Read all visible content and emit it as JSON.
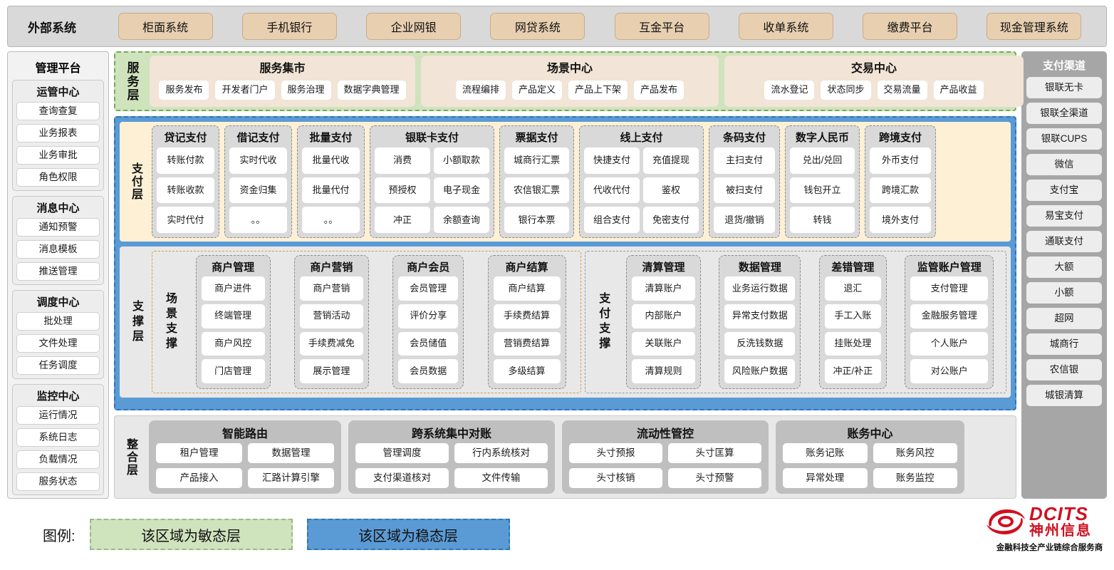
{
  "external": {
    "title": "外部系统",
    "items": [
      "柜面系统",
      "手机银行",
      "企业网银",
      "网贷系统",
      "互金平台",
      "收单系统",
      "缴费平台",
      "现金管理系统"
    ]
  },
  "admin": {
    "title": "管理平台",
    "groups": [
      {
        "title": "运管中心",
        "items": [
          "查询查复",
          "业务报表",
          "业务审批",
          "角色权限"
        ]
      },
      {
        "title": "消息中心",
        "items": [
          "通知预警",
          "消息模板",
          "推送管理"
        ]
      },
      {
        "title": "调度中心",
        "items": [
          "批处理",
          "文件处理",
          "任务调度"
        ]
      },
      {
        "title": "监控中心",
        "items": [
          "运行情况",
          "系统日志",
          "负载情况",
          "服务状态"
        ]
      }
    ]
  },
  "channels": {
    "title": "支付渠道",
    "items": [
      "银联无卡",
      "银联全渠道",
      "银联CUPS",
      "微信",
      "支付宝",
      "易宝支付",
      "通联支付",
      "大额",
      "小额",
      "超网",
      "城商行",
      "农信银",
      "城银清算"
    ]
  },
  "service_layer": {
    "label": "服务层",
    "groups": [
      {
        "title": "服务集市",
        "items": [
          "服务发布",
          "开发者门户",
          "服务治理",
          "数据字典管理"
        ]
      },
      {
        "title": "场景中心",
        "items": [
          "流程编排",
          "产品定义",
          "产品上下架",
          "产品发布"
        ]
      },
      {
        "title": "交易中心",
        "items": [
          "流水登记",
          "状态同步",
          "交易流量",
          "产品收益"
        ]
      }
    ]
  },
  "payment_layer": {
    "label": "支付层",
    "groups": [
      {
        "title": "贷记支付",
        "cols": 1,
        "items": [
          "转账付款",
          "转账收款",
          "实时代付"
        ]
      },
      {
        "title": "借记支付",
        "cols": 1,
        "items": [
          "实时代收",
          "资金归集",
          "。。"
        ]
      },
      {
        "title": "批量支付",
        "cols": 1,
        "items": [
          "批量代收",
          "批量代付",
          "。。"
        ]
      },
      {
        "title": "银联卡支付",
        "cols": 2,
        "items": [
          "消费",
          "小额取款",
          "预授权",
          "电子现金",
          "冲正",
          "余额查询"
        ]
      },
      {
        "title": "票据支付",
        "cols": 1,
        "items": [
          "城商行汇票",
          "农信银汇票",
          "银行本票"
        ]
      },
      {
        "title": "线上支付",
        "cols": 2,
        "items": [
          "快捷支付",
          "充值提现",
          "代收代付",
          "鉴权",
          "组合支付",
          "免密支付"
        ]
      },
      {
        "title": "条码支付",
        "cols": 1,
        "items": [
          "主扫支付",
          "被扫支付",
          "退货/撤销"
        ]
      },
      {
        "title": "数字人民币",
        "cols": 1,
        "items": [
          "兑出/兑回",
          "钱包开立",
          "转钱"
        ]
      },
      {
        "title": "跨境支付",
        "cols": 1,
        "items": [
          "外币支付",
          "跨境汇款",
          "境外支付"
        ]
      }
    ]
  },
  "support_layer": {
    "label": "支撑层",
    "blocks": [
      {
        "label": "场景支撑",
        "style": "dashed-orange",
        "groups": [
          {
            "title": "商户管理",
            "items": [
              "商户进件",
              "终端管理",
              "商户风控",
              "门店管理"
            ]
          },
          {
            "title": "商户营销",
            "items": [
              "商户营销",
              "营销活动",
              "手续费减免",
              "展示管理"
            ]
          },
          {
            "title": "商户会员",
            "items": [
              "会员管理",
              "评价分享",
              "会员储值",
              "会员数据"
            ]
          },
          {
            "title": "商户结算",
            "items": [
              "商户结算",
              "手续费结算",
              "营销费结算",
              "多级结算"
            ]
          }
        ]
      },
      {
        "label": "支付支撑",
        "style": "dashed-grey",
        "groups": [
          {
            "title": "清算管理",
            "items": [
              "清算账户",
              "内部账户",
              "关联账户",
              "清算规则"
            ]
          },
          {
            "title": "数据管理",
            "items": [
              "业务运行数据",
              "异常支付数据",
              "反洗钱数据",
              "风险账户数据"
            ]
          },
          {
            "title": "差错管理",
            "items": [
              "退汇",
              "手工入账",
              "挂账处理",
              "冲正/补正"
            ]
          },
          {
            "title": "监管账户管理",
            "items": [
              "支付管理",
              "金融服务管理",
              "个人账户",
              "对公账户"
            ]
          }
        ]
      }
    ]
  },
  "integration_layer": {
    "label": "整合层",
    "groups": [
      {
        "title": "智能路由",
        "items": [
          "租户管理",
          "数据管理",
          "产品接入",
          "汇路计算引擎"
        ]
      },
      {
        "title": "跨系统集中对账",
        "items": [
          "管理调度",
          "行内系统核对",
          "支付渠道核对",
          "文件传输"
        ]
      },
      {
        "title": "流动性管控",
        "items": [
          "头寸预报",
          "头寸匡算",
          "头寸核销",
          "头寸预警"
        ]
      },
      {
        "title": "账务中心",
        "items": [
          "账务记账",
          "账务风控",
          "异常处理",
          "账务监控"
        ]
      }
    ]
  },
  "legend": {
    "label": "图例:",
    "agile": "该区域为敏态层",
    "stable": "该区域为稳态层"
  },
  "logo": {
    "brand_en": "DCITS",
    "brand_cn": "神州信息",
    "tagline": "金融科技全产业链综合服务商"
  },
  "colors": {
    "agile_green": "#cfe3bd",
    "stable_blue": "#5b9bd5",
    "payment_yellow": "#fdf0d5",
    "external_tan": "#e8cfb0",
    "brand_red": "#cf1020"
  }
}
